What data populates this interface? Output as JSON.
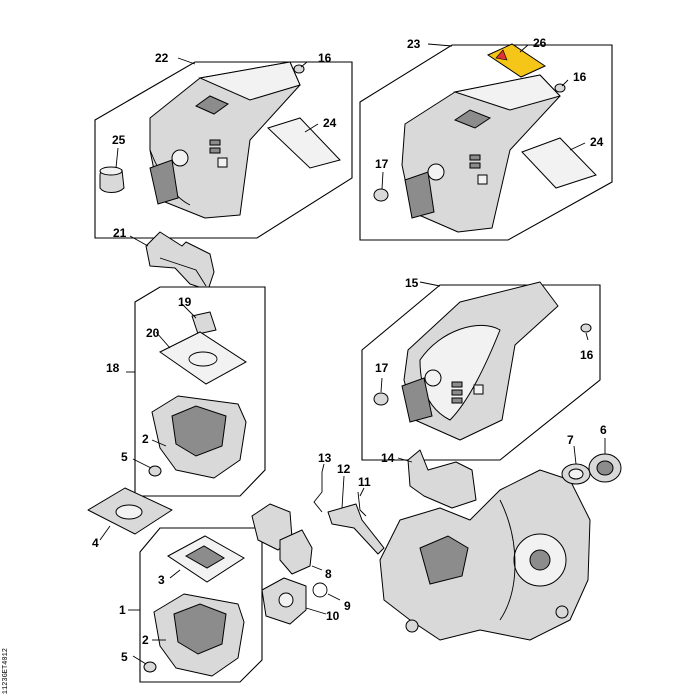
{
  "callouts": {
    "c1": "1",
    "c2a": "2",
    "c2b": "2",
    "c3": "3",
    "c4": "4",
    "c5a": "5",
    "c5b": "5",
    "c6": "6",
    "c7": "7",
    "c8": "8",
    "c9": "9",
    "c10": "10",
    "c11": "11",
    "c12": "12",
    "c13": "13",
    "c14": "14",
    "c15": "15",
    "c16a": "16",
    "c16b": "16",
    "c16c": "16",
    "c17a": "17",
    "c17b": "17",
    "c18": "18",
    "c19": "19",
    "c20": "20",
    "c21": "21",
    "c22": "22",
    "c23": "23",
    "c24a": "24",
    "c24b": "24",
    "c25": "25",
    "c26": "26"
  },
  "reference": "1123GET4012",
  "colors": {
    "line": "#000000",
    "part_fill": "#d9d9d9",
    "part_dark": "#8c8c8c",
    "label_highlight": "#f5c518",
    "background": "#ffffff"
  }
}
